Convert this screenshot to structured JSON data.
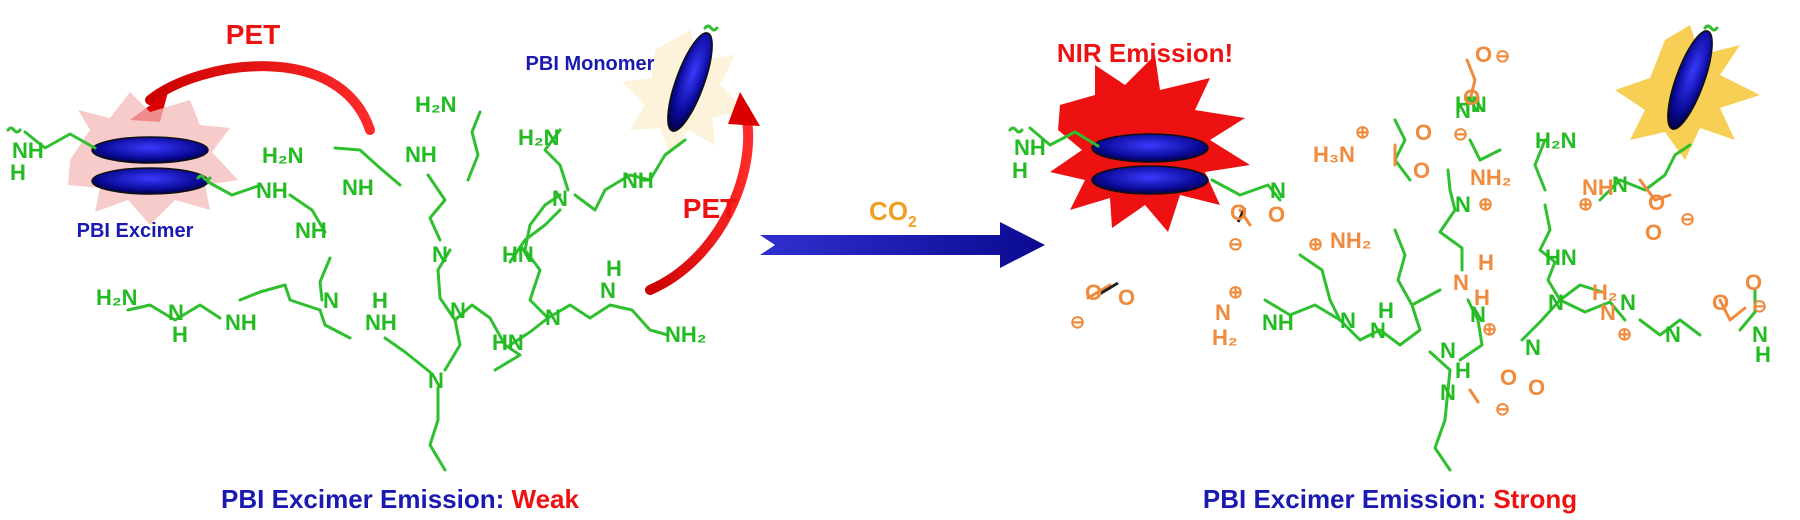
{
  "left": {
    "pet_top": "PET",
    "pet_right": "PET",
    "monomer_label": "PBI Monomer",
    "excimer_label": "PBI Excimer",
    "caption_prefix": "PBI Excimer Emission: ",
    "caption_state": "Weak"
  },
  "middle": {
    "reagent": "CO",
    "reagent_sub": "2"
  },
  "right": {
    "nir_label": "NIR Emission!",
    "caption_prefix": "PBI Excimer Emission: ",
    "caption_state": "Strong"
  },
  "colors": {
    "amine_green": "#22bb22",
    "carbamate_orange": "#f08a3c",
    "label_red": "#ee1111",
    "label_blue": "#1a1ab0",
    "arrow_blue": "#1a1ab0"
  }
}
